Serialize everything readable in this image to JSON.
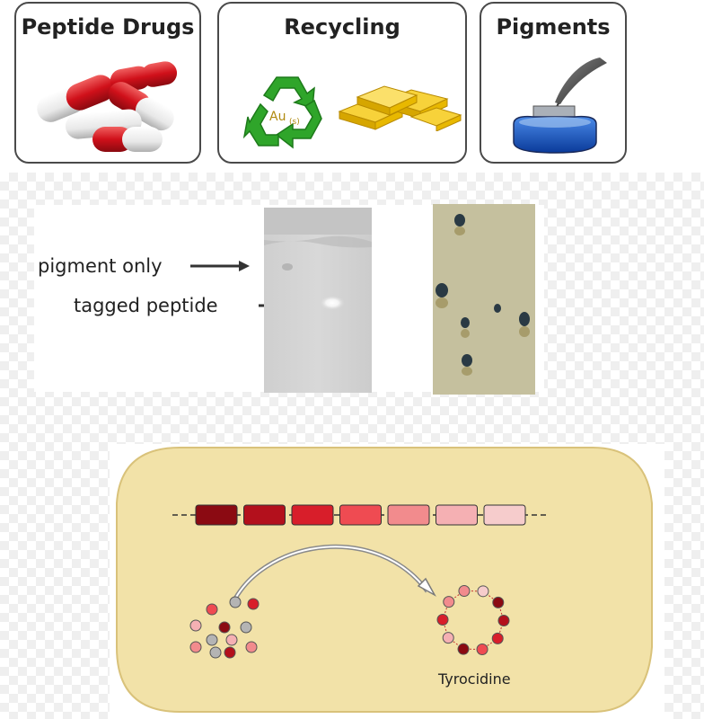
{
  "cards": {
    "peptide_drugs": {
      "title": "Peptide Drugs",
      "icon": "capsules-icon"
    },
    "recycling": {
      "title": "Recycling",
      "icon": "recycle-icon",
      "symbol_main": "Au",
      "symbol_sub": "(s)",
      "icon2": "gold-bars-icon"
    },
    "pigments": {
      "title": "Pigments",
      "icon": "inkwell-quill-icon"
    }
  },
  "gel": {
    "label_pigment": "pigment only",
    "label_tagged": "tagged peptide"
  },
  "cell": {
    "product_label": "Tyrocidine",
    "chain_colors": [
      "#8b0a12",
      "#b3101c",
      "#d81e2a",
      "#ef4b52",
      "#f28b8d",
      "#f5b0b3",
      "#f6cccc"
    ],
    "palette": {
      "cell_fill": "#f2e2a8",
      "cell_stroke": "#d9c27a",
      "grey_residue": "#b4b4b4"
    }
  }
}
